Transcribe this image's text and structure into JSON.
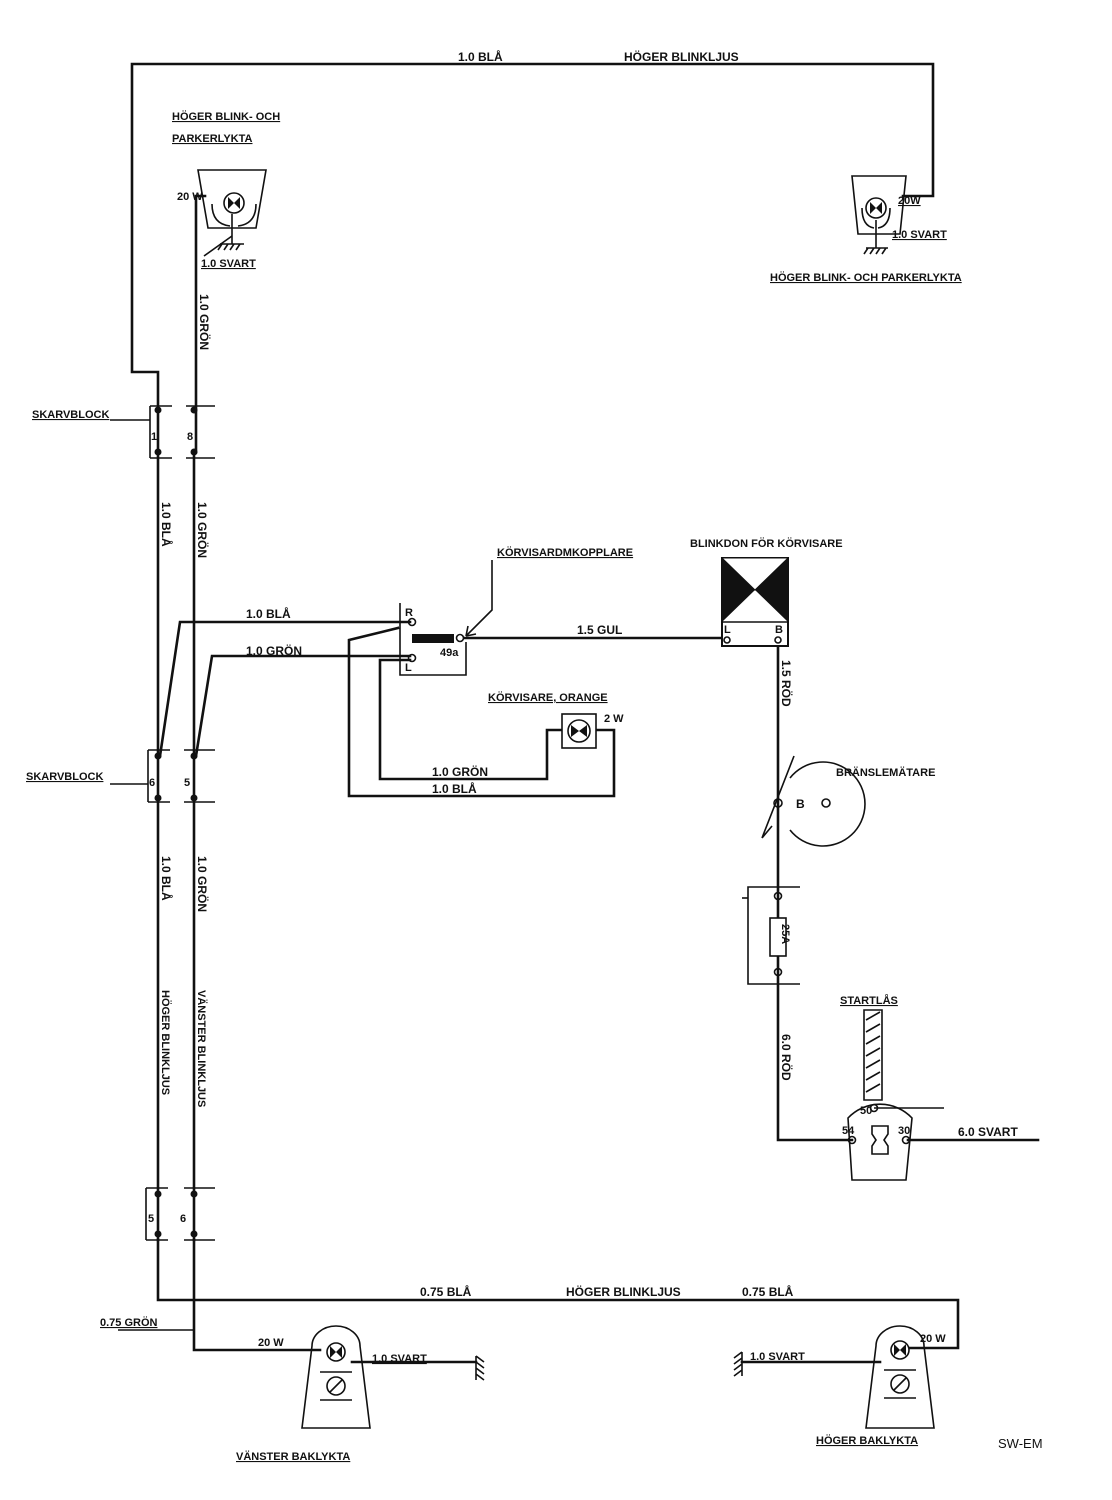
{
  "labels": {
    "top_wire_gauge": "1.0 BLÅ",
    "top_wire_name": "HÖGER BLINKLJUS",
    "front_left_lamp_title_1": "HÖGER BLINK- OCH",
    "front_left_lamp_title_2": "PARKERLYKTA",
    "front_left_lamp_watt": "20 W",
    "front_left_ground": "1.0 SVART",
    "front_right_lamp_watt": "20W",
    "front_right_ground": "1.0 SVART",
    "front_right_lamp_title": "HÖGER BLINK- OCH PARKERLYKTA",
    "wire_upper_gron": "1.0 GRÖN",
    "skarvblock_1": "SKARVBLOCK",
    "skarvblock_1_pin_a": "1",
    "skarvblock_1_pin_b": "8",
    "wire_mid_bla_left": "1.0 BLÅ",
    "wire_mid_gron_left": "1.0 GRÖN",
    "wire_to_switch_bla": "1.0 BLÅ",
    "wire_to_switch_gron": "1.0 GRÖN",
    "switch_title": "KÖRVISARDMKOPPLARE",
    "switch_pin_r": "R",
    "switch_pin_l": "L",
    "switch_terminal": "49a",
    "wire_switch_to_flasher": "1.5 GUL",
    "flasher_title": "BLINKDON FÖR KÖRVISARE",
    "flasher_pin_l": "L",
    "flasher_pin_b": "B",
    "indicator_title": "KÖRVISARE, ORANGE",
    "indicator_watt": "2 W",
    "wire_indicator_gron": "1.0 GRÖN",
    "wire_indicator_bla": "1.0 BLÅ",
    "wire_flasher_rod": "1.5 RÖD",
    "fuel_gauge_title": "BRÄNSLEMÄTARE",
    "fuel_gauge_pin": "B",
    "fuse_rating": "25A",
    "ignition_title": "STARTLÅS",
    "wire_ignition_rod": "6.0 RÖD",
    "ignition_pin_50": "50",
    "ignition_pin_54": "54",
    "ignition_pin_30": "30",
    "wire_battery": "6.0 SVART",
    "skarvblock_2": "SKARVBLOCK",
    "skarvblock_2_pin_a": "6",
    "skarvblock_2_pin_b": "5",
    "wire_lower_bla": "1.0 BLÅ",
    "wire_lower_gron": "1.0 GRÖN",
    "wire_lower_left_name": "HÖGER BLINKLJUS",
    "wire_lower_right_name": "VÄNSTER BLINKLJUS",
    "skarvblock_3_pin_a": "5",
    "skarvblock_3_pin_b": "6",
    "wire_bottom_bla_1": "0.75 BLÅ",
    "wire_bottom_name": "HÖGER BLINKLJUS",
    "wire_bottom_bla_2": "0.75 BLÅ",
    "wire_bottom_gron": "0.75 GRÖN",
    "rear_left_watt": "20 W",
    "rear_left_ground": "1.0 SVART",
    "rear_left_title": "VÄNSTER BAKLYKTA",
    "rear_right_ground": "1.0 SVART",
    "rear_right_watt": "20 W",
    "rear_right_title": "HÖGER BAKLYKTA",
    "corner_code": "SW-EM"
  }
}
